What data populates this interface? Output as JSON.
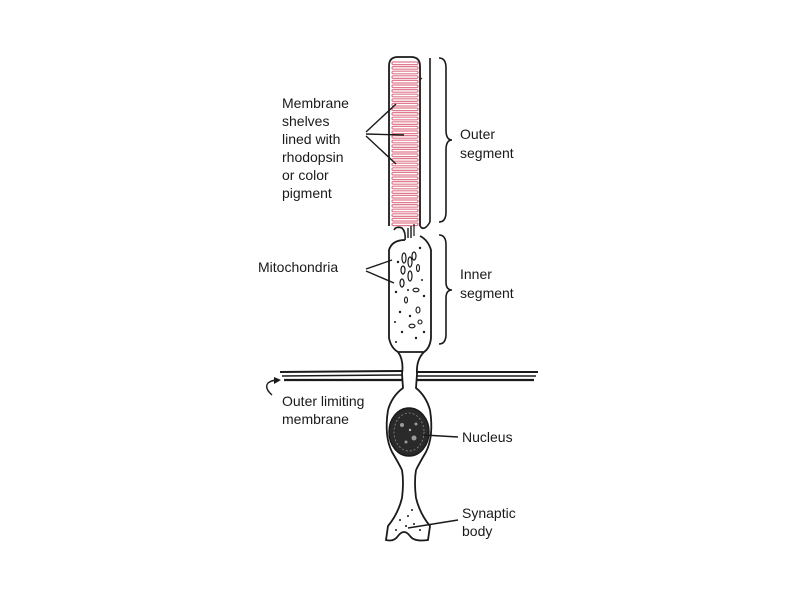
{
  "labels": {
    "membrane_shelves": [
      "Membrane",
      "shelves",
      "lined with",
      "rhodopsin",
      "or color",
      "pigment"
    ],
    "outer_segment": [
      "Outer",
      "segment"
    ],
    "mitochondria": "Mitochondria",
    "inner_segment": [
      "Inner",
      "segment"
    ],
    "outer_limiting_membrane": [
      "Outer limiting",
      "membrane"
    ],
    "nucleus": "Nucleus",
    "synaptic_body": [
      "Synaptic",
      "body"
    ]
  },
  "colors": {
    "shelves": "#e07a8e",
    "ink": "#1a1a1a",
    "background": "#ffffff"
  }
}
